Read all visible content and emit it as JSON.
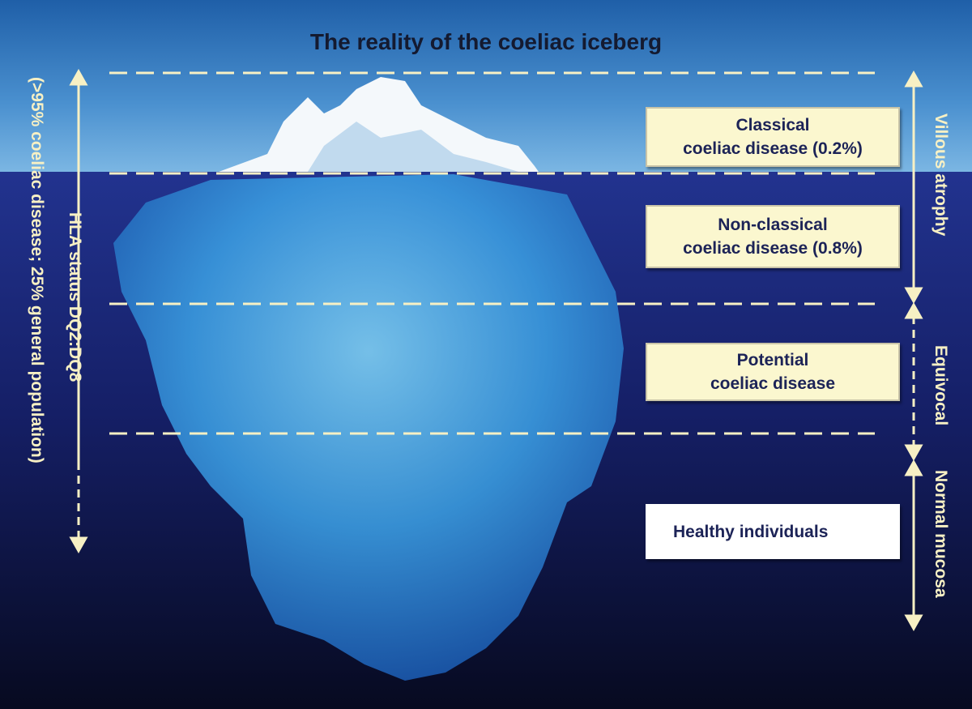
{
  "title": "The reality of the coeliac iceberg",
  "boxes": {
    "classical": {
      "line1": "Classical",
      "line2": "coeliac disease (0.2%)"
    },
    "nonclassical": {
      "line1": "Non-classical",
      "line2": "coeliac disease (0.8%)"
    },
    "potential": {
      "line1": "Potential",
      "line2": "coeliac disease"
    },
    "healthy": {
      "line1": "Healthy individuals"
    }
  },
  "left_label": {
    "line1": "HLA status DQ2:DQ8",
    "line2": "(>95% coeliac disease; 25% general population)"
  },
  "right_labels": {
    "villous": "Villous atrophy",
    "equivocal": "Equivocal",
    "normal": "Normal mucosa"
  }
}
